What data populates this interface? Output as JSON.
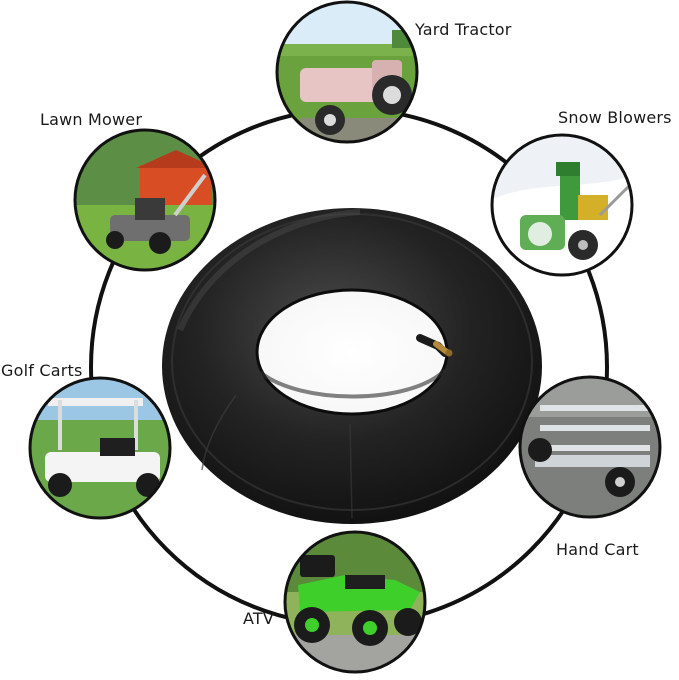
{
  "labels": {
    "yard_tractor": "Yard Tractor",
    "lawn_mower": "Lawn Mower",
    "snow_blowers": "Snow Blowers",
    "golf_carts": "Golf Carts",
    "hand_cart": "Hand Cart",
    "atv": "ATV"
  },
  "colors": {
    "ring": "#111111",
    "tube": "#1c1c1c",
    "tube_highlight": "#3a3a3a",
    "valve": "#b5893a",
    "grass": "#5f9a35",
    "sky": "#cfe3f2",
    "tractor_body": "#e8c5c5",
    "snow": "#eef2f6",
    "snow_blower": "#3f9a3c",
    "golf_cart": "#f4f4f4",
    "hand_cart": "#d9dde0",
    "atv": "#3fcf2a"
  }
}
